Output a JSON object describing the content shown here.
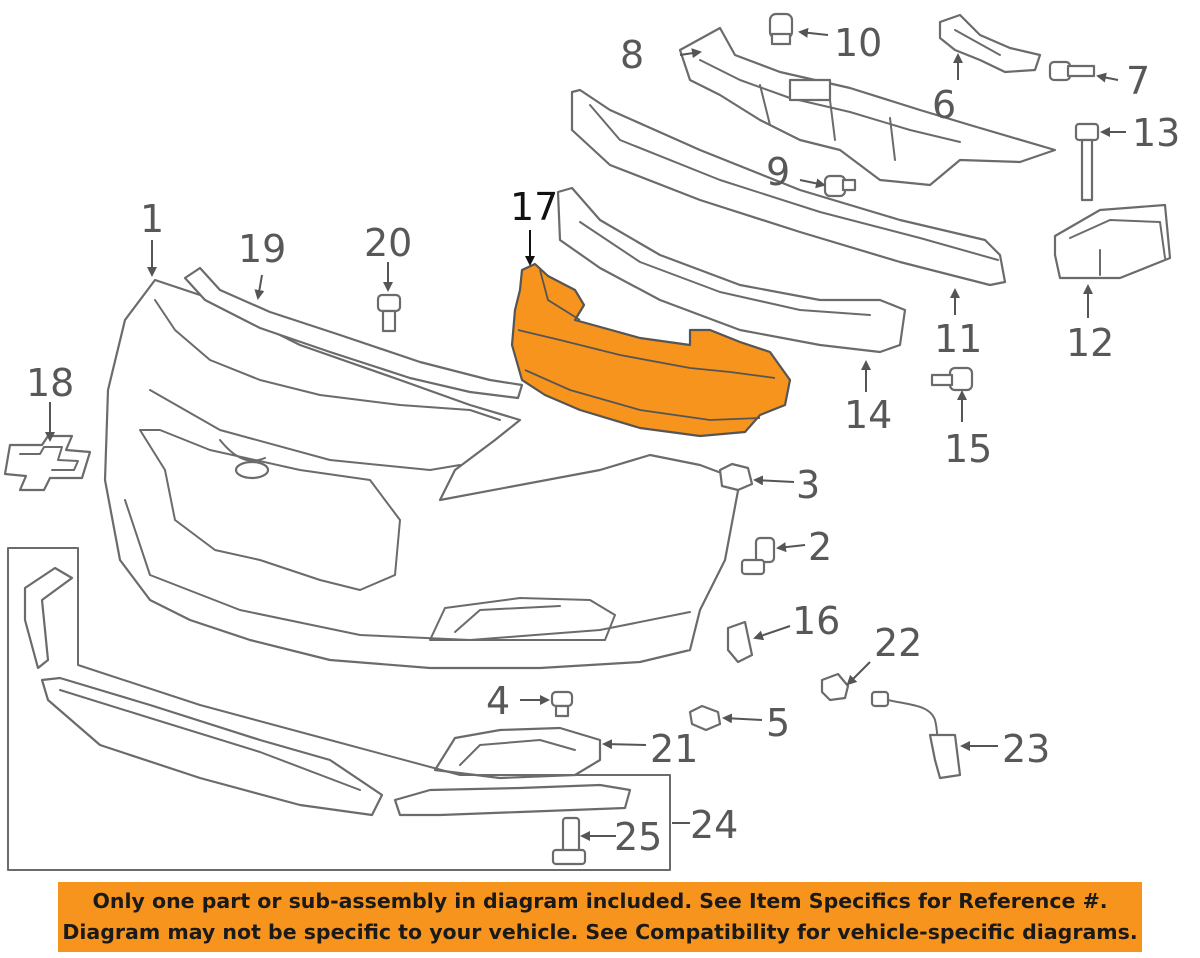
{
  "callouts": [
    {
      "id": "1",
      "label": "1"
    },
    {
      "id": "2",
      "label": "2"
    },
    {
      "id": "3",
      "label": "3"
    },
    {
      "id": "4",
      "label": "4"
    },
    {
      "id": "5",
      "label": "5"
    },
    {
      "id": "6",
      "label": "6"
    },
    {
      "id": "7",
      "label": "7"
    },
    {
      "id": "8",
      "label": "8"
    },
    {
      "id": "9",
      "label": "9"
    },
    {
      "id": "10",
      "label": "10"
    },
    {
      "id": "11",
      "label": "11"
    },
    {
      "id": "12",
      "label": "12"
    },
    {
      "id": "13",
      "label": "13"
    },
    {
      "id": "14",
      "label": "14"
    },
    {
      "id": "15",
      "label": "15"
    },
    {
      "id": "16",
      "label": "16"
    },
    {
      "id": "17",
      "label": "17"
    },
    {
      "id": "18",
      "label": "18"
    },
    {
      "id": "19",
      "label": "19"
    },
    {
      "id": "20",
      "label": "20"
    },
    {
      "id": "21",
      "label": "21"
    },
    {
      "id": "22",
      "label": "22"
    },
    {
      "id": "23",
      "label": "23"
    },
    {
      "id": "24",
      "label": "24"
    },
    {
      "id": "25",
      "label": "25"
    }
  ],
  "highlighted_part": "17",
  "highlight_color": "#f7941d",
  "banner": {
    "line1": "Only one part or sub-assembly in diagram included. See Item Specifics for Reference #.",
    "line2": "Diagram may not be specific to your vehicle. See Compatibility for vehicle-specific diagrams."
  }
}
